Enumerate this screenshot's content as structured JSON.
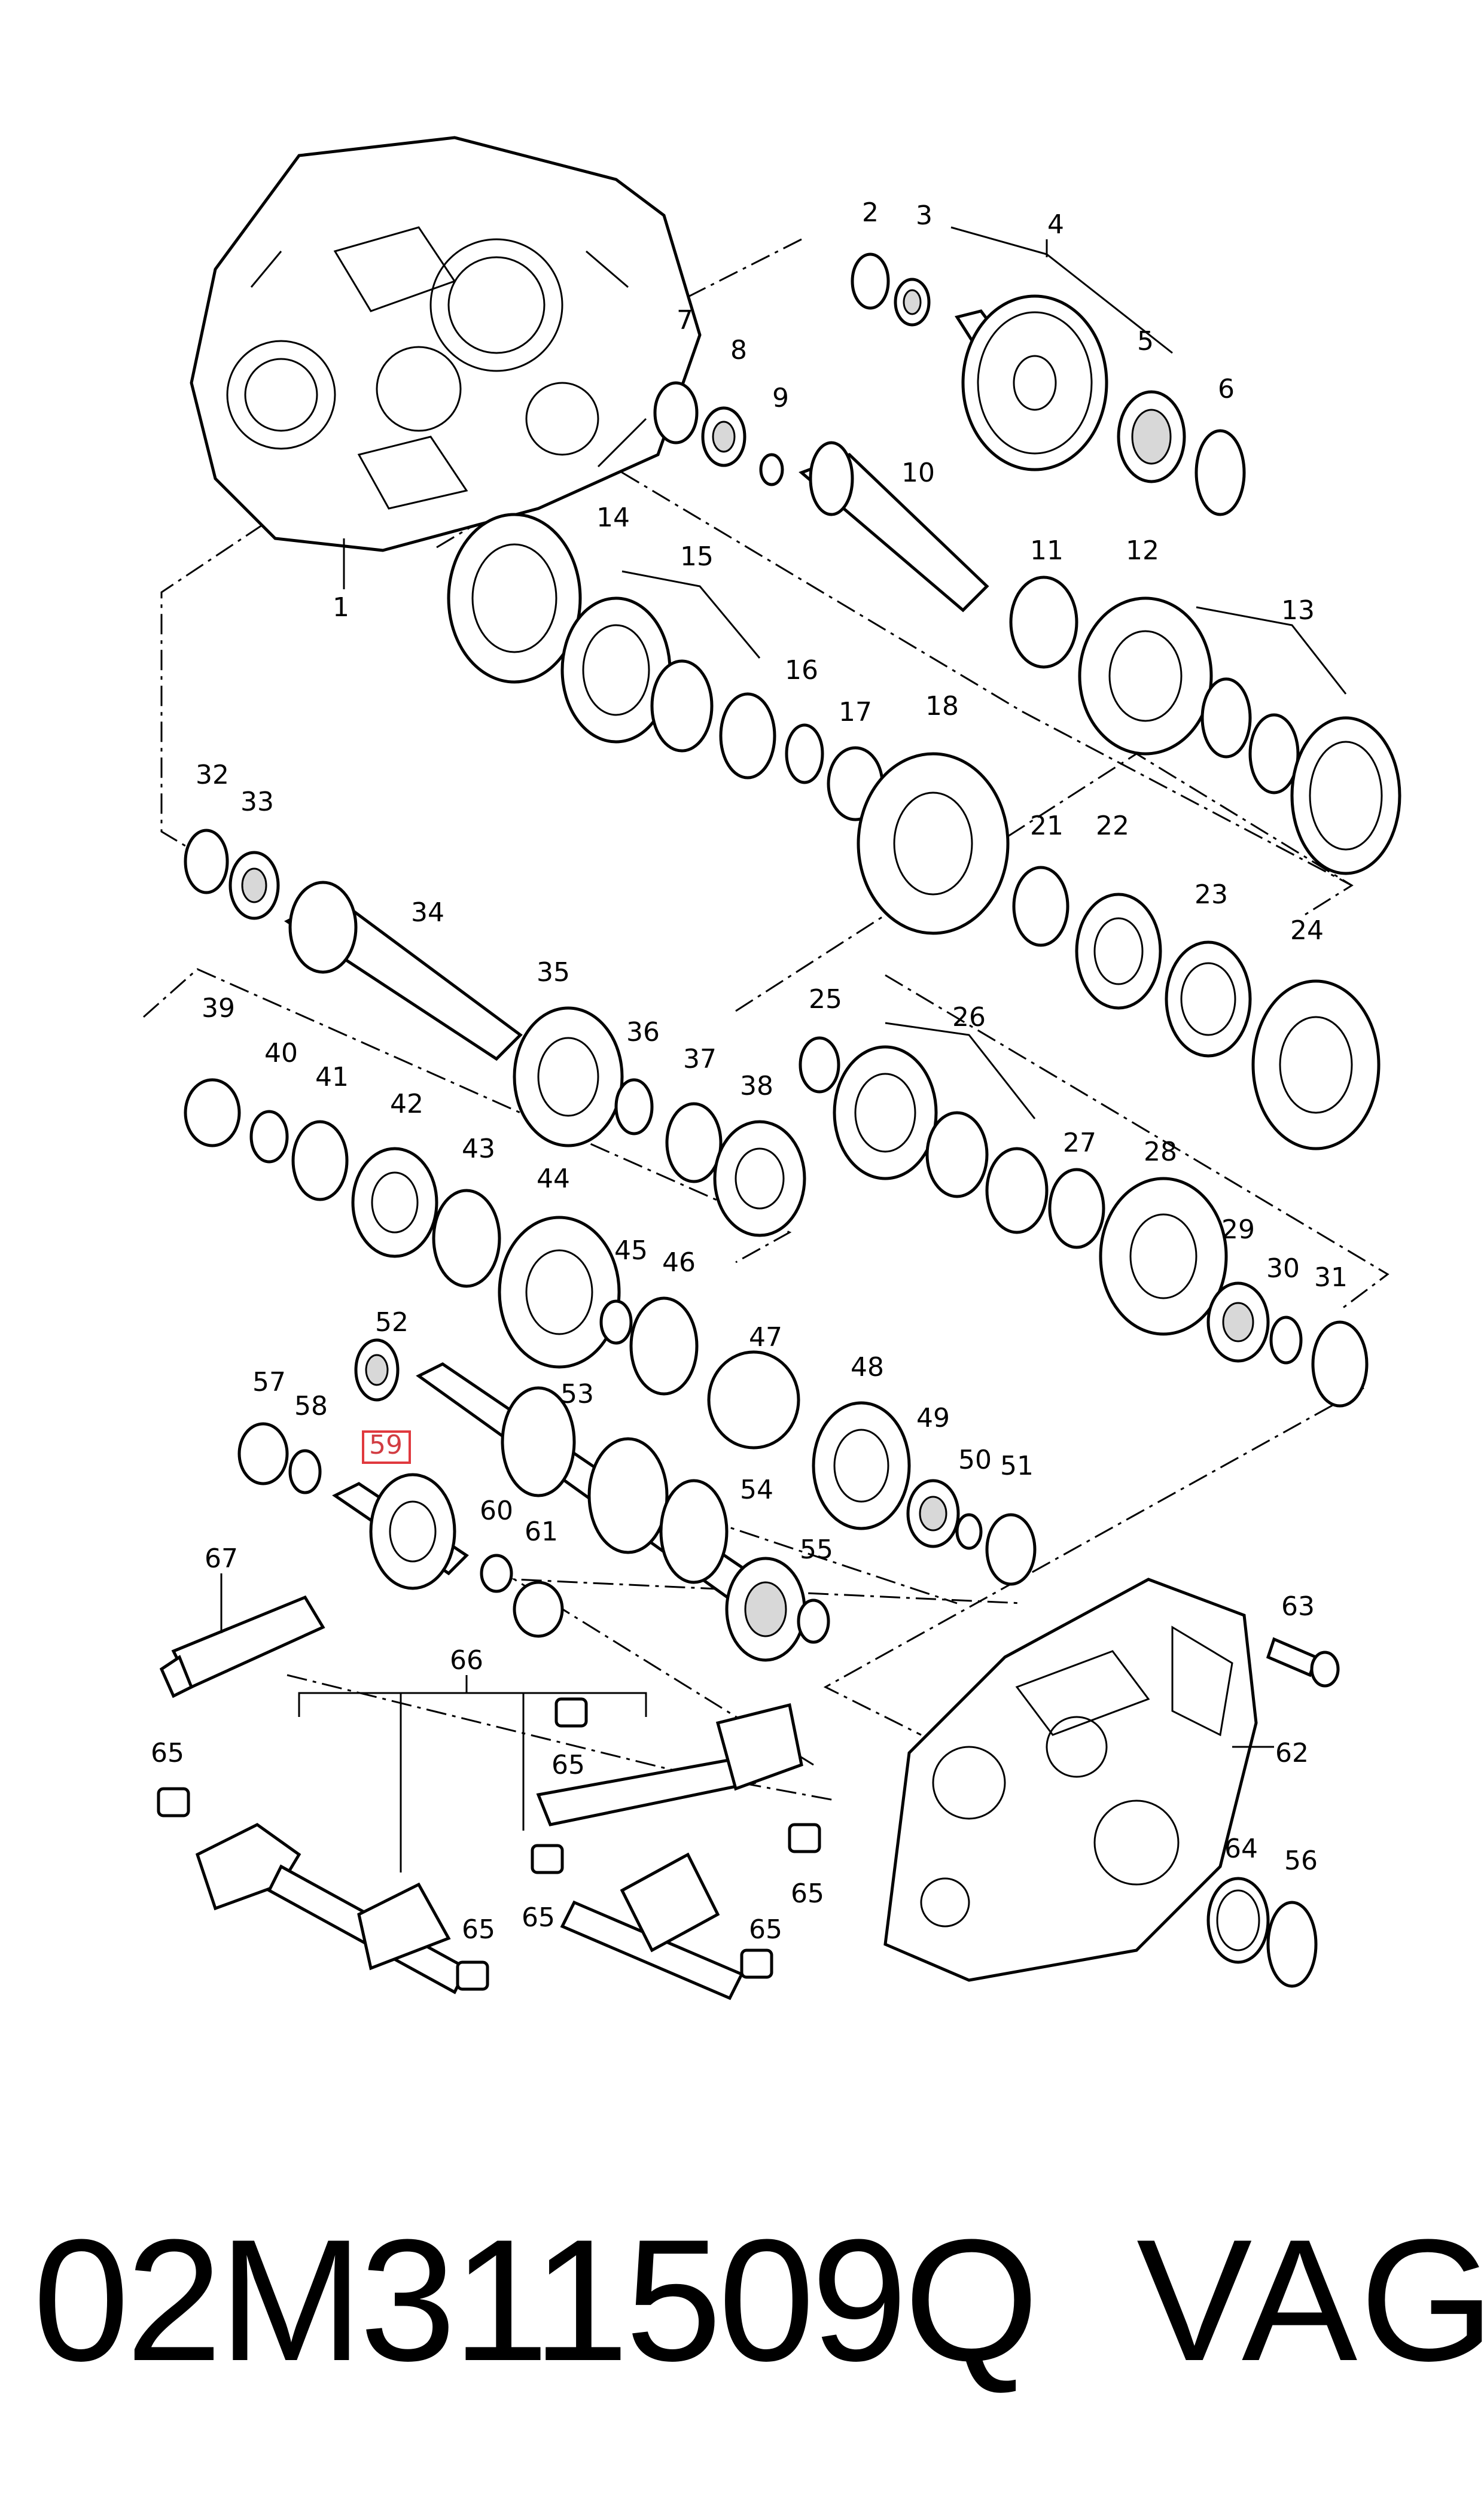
{
  "diagram": {
    "labels": [
      "1",
      "2",
      "3",
      "4",
      "5",
      "6",
      "7",
      "8",
      "9",
      "10",
      "11",
      "12",
      "13",
      "14",
      "15",
      "16",
      "17",
      "18",
      "21",
      "22",
      "23",
      "24",
      "25",
      "26",
      "27",
      "28",
      "29",
      "30",
      "31",
      "32",
      "33",
      "34",
      "35",
      "36",
      "37",
      "38",
      "39",
      "40",
      "41",
      "42",
      "43",
      "44",
      "45",
      "46",
      "47",
      "48",
      "49",
      "50",
      "51",
      "52",
      "53",
      "54",
      "55",
      "56",
      "57",
      "58",
      "59",
      "60",
      "61",
      "62",
      "63",
      "64",
      "65",
      "65",
      "65",
      "65",
      "65",
      "65",
      "66",
      "67"
    ],
    "highlighted_label": "59"
  },
  "footer": {
    "part_number": "02M311509Q",
    "brand": "VAG"
  }
}
